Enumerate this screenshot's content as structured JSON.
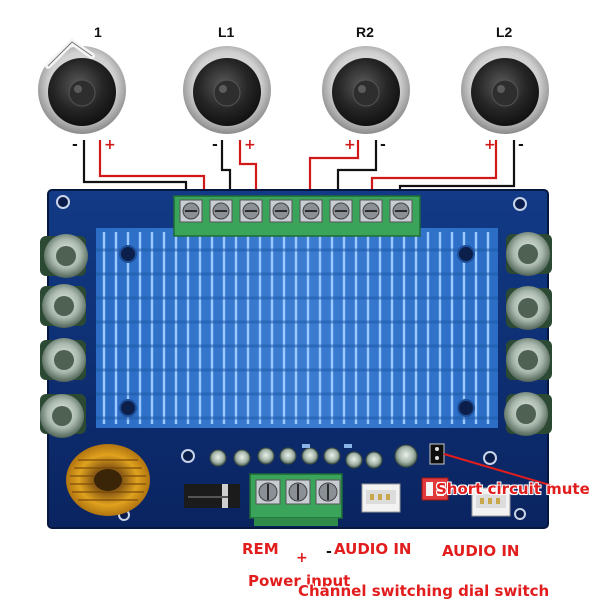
{
  "speakers": [
    {
      "label": "1"
    },
    {
      "label": "L1"
    },
    {
      "label": "R2"
    },
    {
      "label": "L2"
    }
  ],
  "polarity": {
    "minus": "-",
    "plus": "+"
  },
  "annotations": {
    "short_circuit_mute": "Short circuit mute",
    "rem": "REM",
    "audio_in_1": "AUDIO IN",
    "audio_in_2": "AUDIO IN",
    "power_input": "Power input",
    "channel_switch": "Channel switching dial switch"
  },
  "colors": {
    "pcb": "#0c2a6b",
    "heatsink": "#3f8ee6",
    "terminal_green": "#3aa55a",
    "annotation_red": "#e11d1d",
    "wire_red": "#d01818",
    "wire_black": "#111111"
  }
}
